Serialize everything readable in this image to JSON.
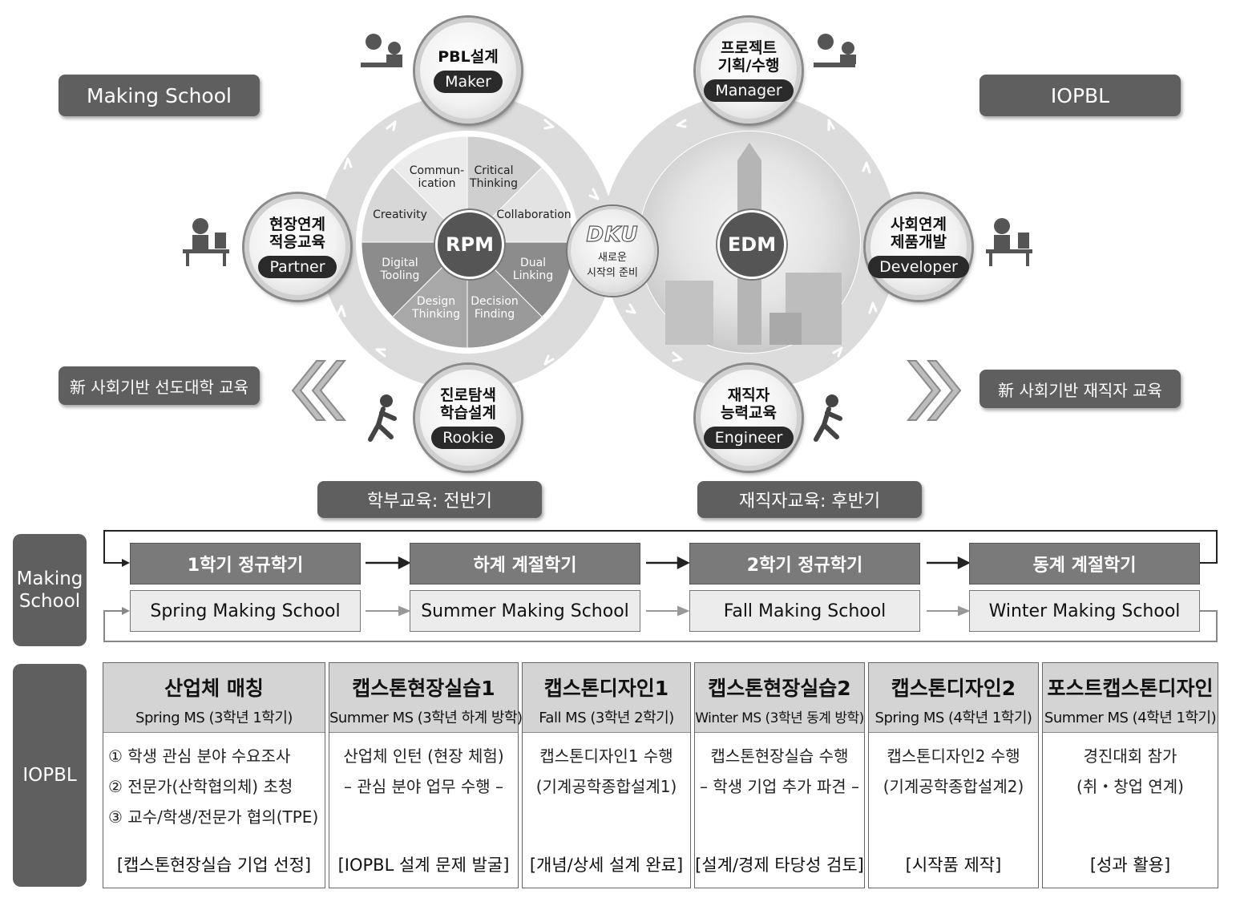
{
  "top": {
    "making_school": "Making School",
    "iopbl": "IOPBL",
    "left_edu": "新 사회기반 선도대학 교육",
    "right_edu": "新 사회기반 재직자 교육",
    "undergrad": "학부교육: 전반기",
    "worker": "재직자교육: 후반기"
  },
  "rpm": {
    "center": "RPM",
    "segments": [
      "Commun-\nication",
      "Critical\nThinking",
      "Collaboration",
      "Dual\nLinking",
      "Decision\nFinding",
      "Design\nThinking",
      "Digital\nTooling",
      "Creativity"
    ]
  },
  "edm": {
    "center": "EDM"
  },
  "dku": {
    "logo": "DKU",
    "line1": "새로운",
    "line2": "시작의 준비"
  },
  "nodes": {
    "pbl": {
      "kr": "PBL설계",
      "role": "Maker"
    },
    "partner": {
      "kr": "현장연계\n적응교육",
      "role": "Partner"
    },
    "rookie": {
      "kr": "진로탐색\n학습설계",
      "role": "Rookie"
    },
    "manager": {
      "kr": "프로젝트\n기획/수행",
      "role": "Manager"
    },
    "developer": {
      "kr": "사회연계\n제품개발",
      "role": "Developer"
    },
    "engineer": {
      "kr": "재직자\n능력교육",
      "role": "Engineer"
    }
  },
  "making_row": {
    "label": "Making\nSchool",
    "semesters": [
      "1학기 정규학기",
      "하계 계절학기",
      "2학기 정규학기",
      "동계 계절학기"
    ],
    "schools": [
      "Spring Making School",
      "Summer Making School",
      "Fall Making School",
      "Winter Making School"
    ]
  },
  "iopbl_row": {
    "label": "IOPBL",
    "columns": [
      {
        "title": "산업체 매칭",
        "sub": "Spring MS (3학년 1학기)",
        "lines": [
          "① 학생 관심 분야 수요조사",
          "② 전문가(산학협의체) 초청",
          "③ 교수/학생/전문가 협의(TPE)"
        ],
        "result": "[캡스톤현장실습 기업 선정]"
      },
      {
        "title": "캡스톤현장실습1",
        "sub": "Summer MS (3학년 하계 방학)",
        "lines": [
          "산업체 인턴 (현장 체험)",
          "– 관심 분야 업무 수행 –"
        ],
        "result": "[IOPBL 설계 문제 발굴]"
      },
      {
        "title": "캡스톤디자인1",
        "sub": "Fall MS (3학년 2학기)",
        "lines": [
          "캡스톤디자인1 수행",
          "(기계공학종합설계1)"
        ],
        "result": "[개념/상세 설계 완료]"
      },
      {
        "title": "캡스톤현장실습2",
        "sub": "Winter MS (3학년 동계 방학)",
        "lines": [
          "캡스톤현장실습 수행",
          "– 학생 기업 추가 파견 –"
        ],
        "result": "[설계/경제 타당성 검토]"
      },
      {
        "title": "캡스톤디자인2",
        "sub": "Spring MS (4학년 1학기)",
        "lines": [
          "캡스톤디자인2 수행",
          "(기계공학종합설계2)"
        ],
        "result": "[시작품 제작]"
      },
      {
        "title": "포스트캡스톤디자인",
        "sub": "Summer MS (4학년 1학기)",
        "lines": [
          "경진대회 참가",
          "(취・창업 연계)"
        ],
        "result": "[성과 활용]"
      }
    ]
  },
  "colors": {
    "dark": "#5f5f5f",
    "ring": "#dcdcdc",
    "wheel_dark": "#8c8c8c",
    "wheel_light": "#cfcfcf"
  }
}
